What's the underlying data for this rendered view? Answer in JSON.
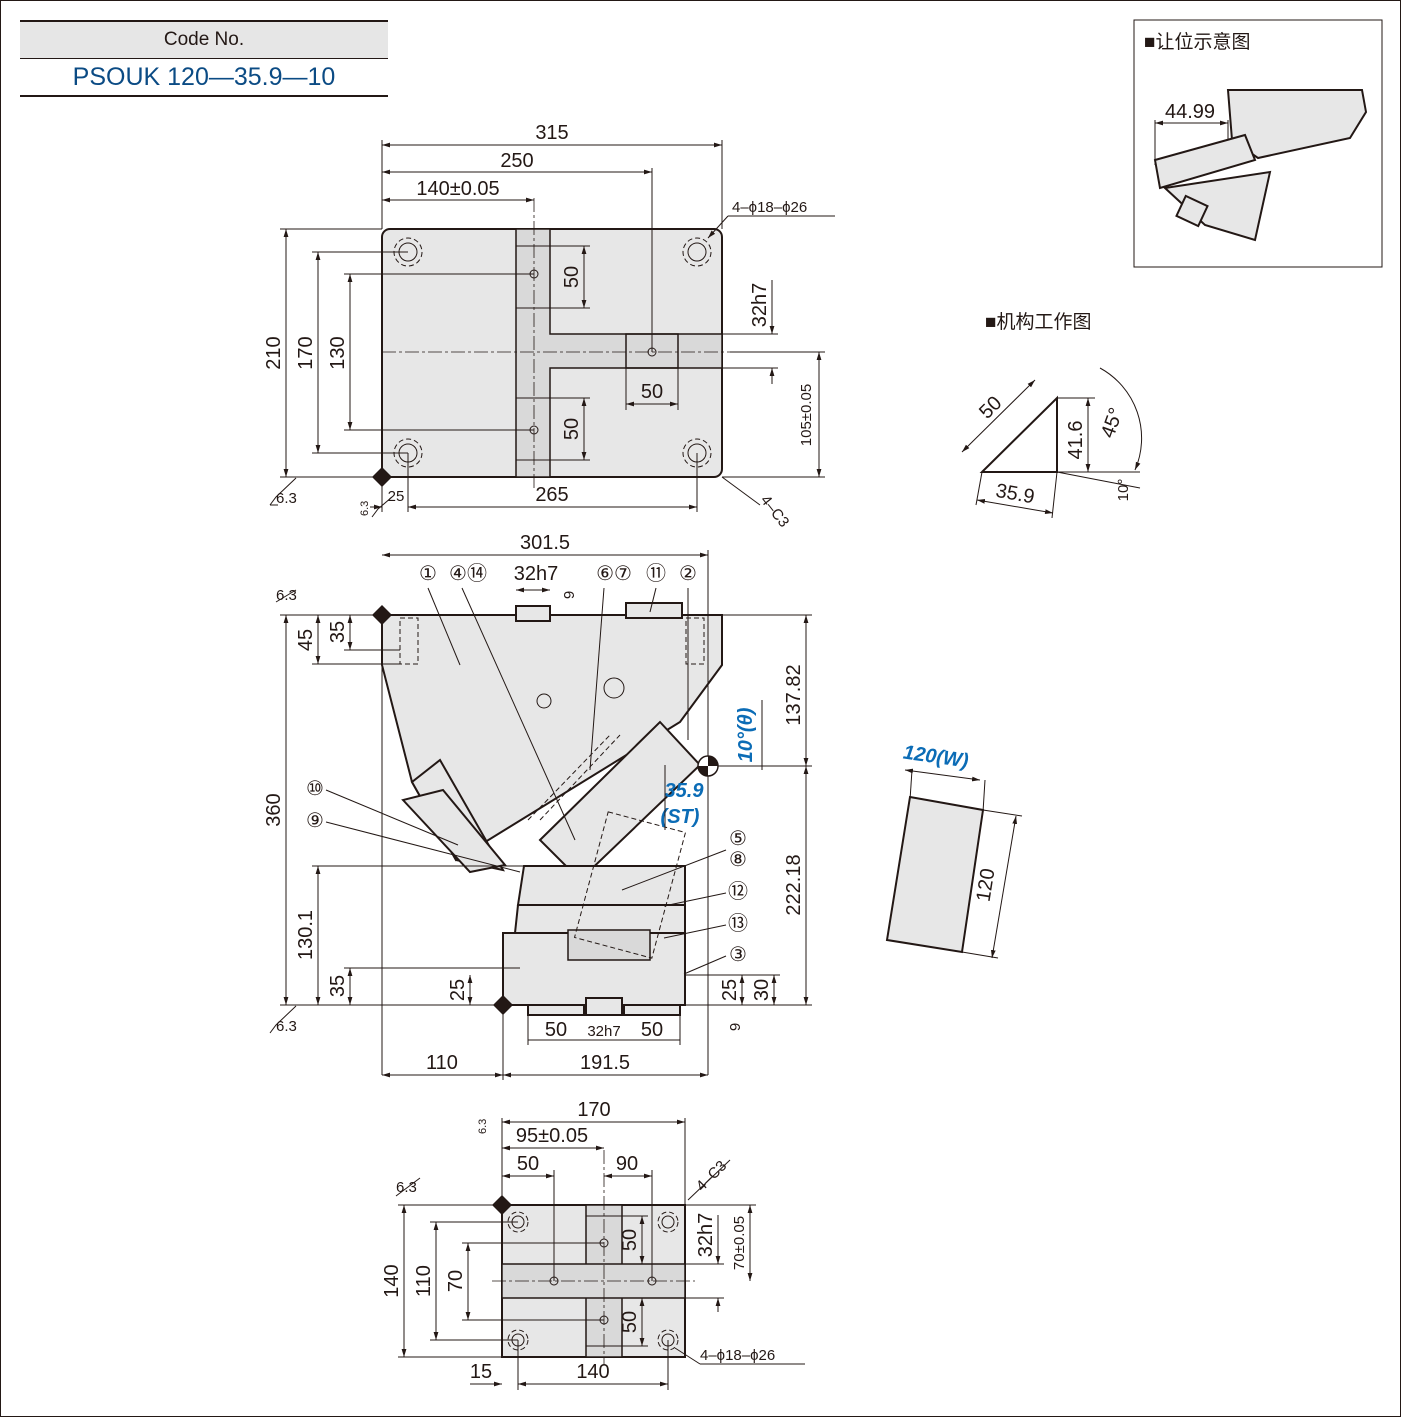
{
  "code_box": {
    "label": "Code No.",
    "value": "PSOUK 120—35.9—10"
  },
  "insets": {
    "clearance": {
      "title": "■让位示意图",
      "dim": "44.99"
    },
    "mechanism": {
      "title": "■机构工作图",
      "dims": [
        "50",
        "41.6",
        "45°",
        "10°",
        "35.9"
      ]
    },
    "width": {
      "label": "120(W)",
      "dim": "120"
    }
  },
  "top_view": {
    "dims": {
      "d315": "315",
      "d250": "250",
      "d140": "140±0.05",
      "holes": "4–ϕ18–ϕ26",
      "d210": "210",
      "d170": "170",
      "d130": "130",
      "d50a": "50",
      "d32h7": "32h7",
      "d50c": "50",
      "d50b": "50",
      "d105": "105±0.05",
      "d25": "25",
      "d265": "265",
      "chamfer": "4–C3",
      "rough": "6.3"
    }
  },
  "front_view": {
    "dims": {
      "d301": "301.5",
      "d32h7": "32h7",
      "d9a": "9",
      "d45": "45",
      "d35a": "35",
      "d137": "137.82",
      "theta": "10°(θ)",
      "st": "35.9",
      "st_label": "(ST)",
      "d360": "360",
      "d222": "222.18",
      "d130": "130.1",
      "d35b": "35",
      "d25a": "25",
      "d25b": "25",
      "d30": "30",
      "d50a": "50",
      "d32h7b": "32h7",
      "d50b": "50",
      "d9b": "9",
      "d110": "110",
      "d191": "191.5",
      "rough": "6.3"
    },
    "callouts": [
      "①",
      "④⑭",
      "⑥⑦",
      "⑪",
      "②",
      "⑩",
      "⑨",
      "⑤",
      "⑧",
      "⑫",
      "⑬",
      "③"
    ]
  },
  "bottom_view": {
    "dims": {
      "d170": "170",
      "d95": "95±0.05",
      "d50": "50",
      "d90": "90",
      "chamfer": "4–C3",
      "d140": "140",
      "d110": "110",
      "d70": "70",
      "d50a": "50",
      "d32h7": "32h7",
      "d70t": "70±0.05",
      "d50b": "50",
      "d15": "15",
      "d140b": "140",
      "holes": "4–ϕ18–ϕ26",
      "rough": "6.3"
    }
  }
}
